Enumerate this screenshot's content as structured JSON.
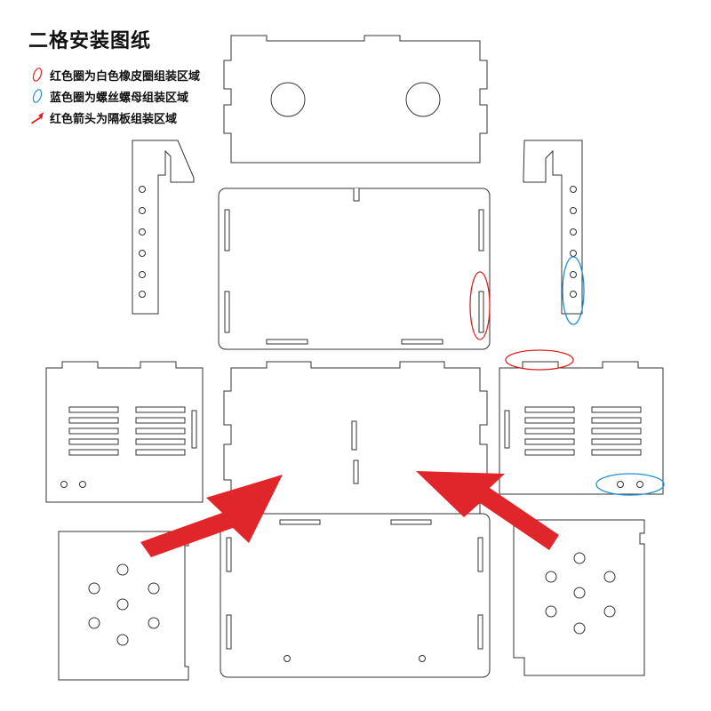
{
  "title": "二格安装图纸",
  "legend": [
    {
      "text": "红色圈为白色橡皮圈组装区域",
      "marker": "red-ellipse-icon",
      "color": "#e02020"
    },
    {
      "text": "蓝色圈为螺丝螺母组装区域",
      "marker": "blue-ellipse-icon",
      "color": "#1e90d6"
    },
    {
      "text": "红色箭头为隔板组装区域",
      "marker": "red-arrow-icon",
      "color": "#e02020"
    }
  ],
  "colors": {
    "outline": "#333333",
    "red": "#e02020",
    "blue": "#1e90d6",
    "arrow": "#e0262b"
  }
}
